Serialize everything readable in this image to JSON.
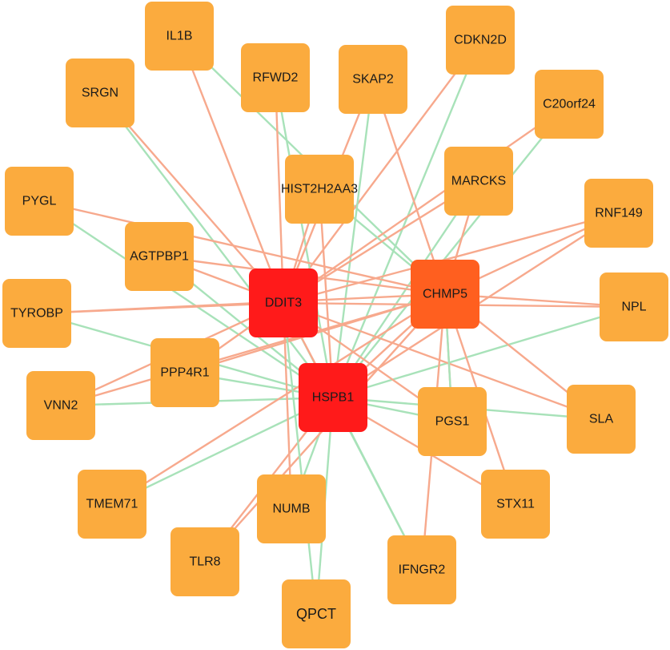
{
  "colors": {
    "hub_red": "#ff1a1a",
    "hub_orange": "#ff5f1f",
    "node_orange": "#fbab3e",
    "edge_salmon": "#f7a98d",
    "edge_green": "#a8e2b9"
  },
  "nodes": [
    {
      "id": "DDIT3",
      "label": "DDIT3",
      "kind": "hub_red"
    },
    {
      "id": "CHMP5",
      "label": "CHMP5",
      "kind": "hub_orange"
    },
    {
      "id": "HSPB1",
      "label": "HSPB1",
      "kind": "hub_red"
    },
    {
      "id": "IL1B",
      "label": "IL1B",
      "kind": "leaf"
    },
    {
      "id": "CDKN2D",
      "label": "CDKN2D",
      "kind": "leaf"
    },
    {
      "id": "SRGN",
      "label": "SRGN",
      "kind": "leaf"
    },
    {
      "id": "RFWD2",
      "label": "RFWD2",
      "kind": "leaf"
    },
    {
      "id": "SKAP2",
      "label": "SKAP2",
      "kind": "leaf"
    },
    {
      "id": "C20orf24",
      "label": "C20orf24",
      "kind": "leaf"
    },
    {
      "id": "HIST2H2AA3",
      "label": "HIST2H2AA3",
      "kind": "leaf"
    },
    {
      "id": "MARCKS",
      "label": "MARCKS",
      "kind": "leaf"
    },
    {
      "id": "PYGL",
      "label": "PYGL",
      "kind": "leaf"
    },
    {
      "id": "RNF149",
      "label": "RNF149",
      "kind": "leaf"
    },
    {
      "id": "AGTPBP1",
      "label": "AGTPBP1",
      "kind": "leaf"
    },
    {
      "id": "TYROBP",
      "label": "TYROBP",
      "kind": "leaf"
    },
    {
      "id": "NPL",
      "label": "NPL",
      "kind": "leaf"
    },
    {
      "id": "PPP4R1",
      "label": "PPP4R1",
      "kind": "leaf"
    },
    {
      "id": "VNN2",
      "label": "VNN2",
      "kind": "leaf"
    },
    {
      "id": "PGS1",
      "label": "PGS1",
      "kind": "leaf"
    },
    {
      "id": "SLA",
      "label": "SLA",
      "kind": "leaf"
    },
    {
      "id": "TMEM71",
      "label": "TMEM71",
      "kind": "leaf"
    },
    {
      "id": "NUMB",
      "label": "NUMB",
      "kind": "leaf"
    },
    {
      "id": "STX11",
      "label": "STX11",
      "kind": "leaf"
    },
    {
      "id": "TLR8",
      "label": "TLR8",
      "kind": "leaf"
    },
    {
      "id": "IFNGR2",
      "label": "IFNGR2",
      "kind": "leaf"
    },
    {
      "id": "QPCT",
      "label": "QPCT",
      "kind": "leaf"
    }
  ],
  "edges": [
    {
      "source": "DDIT3",
      "target": "IL1B",
      "type": "salmon"
    },
    {
      "source": "CHMP5",
      "target": "IL1B",
      "type": "green"
    },
    {
      "source": "DDIT3",
      "target": "CDKN2D",
      "type": "salmon"
    },
    {
      "source": "HSPB1",
      "target": "CDKN2D",
      "type": "green"
    },
    {
      "source": "DDIT3",
      "target": "SRGN",
      "type": "salmon"
    },
    {
      "source": "HSPB1",
      "target": "SRGN",
      "type": "green"
    },
    {
      "source": "DDIT3",
      "target": "RFWD2",
      "type": "salmon"
    },
    {
      "source": "HSPB1",
      "target": "RFWD2",
      "type": "green"
    },
    {
      "source": "DDIT3",
      "target": "SKAP2",
      "type": "salmon"
    },
    {
      "source": "CHMP5",
      "target": "SKAP2",
      "type": "salmon"
    },
    {
      "source": "HSPB1",
      "target": "SKAP2",
      "type": "green"
    },
    {
      "source": "DDIT3",
      "target": "C20orf24",
      "type": "salmon"
    },
    {
      "source": "HSPB1",
      "target": "C20orf24",
      "type": "green"
    },
    {
      "source": "DDIT3",
      "target": "HIST2H2AA3",
      "type": "salmon"
    },
    {
      "source": "HSPB1",
      "target": "HIST2H2AA3",
      "type": "salmon"
    },
    {
      "source": "CHMP5",
      "target": "HIST2H2AA3",
      "type": "green"
    },
    {
      "source": "DDIT3",
      "target": "MARCKS",
      "type": "salmon"
    },
    {
      "source": "HSPB1",
      "target": "MARCKS",
      "type": "green"
    },
    {
      "source": "CHMP5",
      "target": "PYGL",
      "type": "salmon"
    },
    {
      "source": "HSPB1",
      "target": "PYGL",
      "type": "green"
    },
    {
      "source": "DDIT3",
      "target": "RNF149",
      "type": "salmon"
    },
    {
      "source": "HSPB1",
      "target": "RNF149",
      "type": "salmon"
    },
    {
      "source": "DDIT3",
      "target": "AGTPBP1",
      "type": "salmon"
    },
    {
      "source": "HSPB1",
      "target": "AGTPBP1",
      "type": "green"
    },
    {
      "source": "CHMP5",
      "target": "AGTPBP1",
      "type": "salmon"
    },
    {
      "source": "DDIT3",
      "target": "TYROBP",
      "type": "salmon"
    },
    {
      "source": "HSPB1",
      "target": "TYROBP",
      "type": "green"
    },
    {
      "source": "DDIT3",
      "target": "NPL",
      "type": "salmon"
    },
    {
      "source": "CHMP5",
      "target": "NPL",
      "type": "salmon"
    },
    {
      "source": "HSPB1",
      "target": "NPL",
      "type": "green"
    },
    {
      "source": "DDIT3",
      "target": "PPP4R1",
      "type": "salmon"
    },
    {
      "source": "CHMP5",
      "target": "PPP4R1",
      "type": "salmon"
    },
    {
      "source": "HSPB1",
      "target": "PPP4R1",
      "type": "green"
    },
    {
      "source": "CHMP5",
      "target": "VNN2",
      "type": "salmon"
    },
    {
      "source": "HSPB1",
      "target": "VNN2",
      "type": "green"
    },
    {
      "source": "DDIT3",
      "target": "PGS1",
      "type": "salmon"
    },
    {
      "source": "CHMP5",
      "target": "PGS1",
      "type": "salmon"
    },
    {
      "source": "HSPB1",
      "target": "PGS1",
      "type": "green"
    },
    {
      "source": "DDIT3",
      "target": "SLA",
      "type": "salmon"
    },
    {
      "source": "HSPB1",
      "target": "SLA",
      "type": "green"
    },
    {
      "source": "CHMP5",
      "target": "TMEM71",
      "type": "salmon"
    },
    {
      "source": "HSPB1",
      "target": "TMEM71",
      "type": "green"
    },
    {
      "source": "DDIT3",
      "target": "NUMB",
      "type": "salmon"
    },
    {
      "source": "HSPB1",
      "target": "NUMB",
      "type": "green"
    },
    {
      "source": "CHMP5",
      "target": "STX11",
      "type": "salmon"
    },
    {
      "source": "HSPB1",
      "target": "STX11",
      "type": "salmon"
    },
    {
      "source": "CHMP5",
      "target": "TLR8",
      "type": "salmon"
    },
    {
      "source": "HSPB1",
      "target": "TLR8",
      "type": "salmon"
    },
    {
      "source": "DDIT3",
      "target": "IFNGR2",
      "type": "green"
    },
    {
      "source": "CHMP5",
      "target": "IFNGR2",
      "type": "salmon"
    },
    {
      "source": "DDIT3",
      "target": "QPCT",
      "type": "green"
    },
    {
      "source": "HSPB1",
      "target": "QPCT",
      "type": "green"
    },
    {
      "source": "CHMP5",
      "target": "PGS1",
      "type": "green"
    },
    {
      "source": "DDIT3",
      "target": "HSPB1",
      "type": "salmon"
    },
    {
      "source": "CHMP5",
      "target": "HSPB1",
      "type": "salmon"
    },
    {
      "source": "CHMP5",
      "target": "TYROBP",
      "type": "salmon"
    },
    {
      "source": "DDIT3",
      "target": "VNN2",
      "type": "salmon"
    },
    {
      "source": "CHMP5",
      "target": "MARCKS",
      "type": "salmon"
    },
    {
      "source": "CHMP5",
      "target": "RNF149",
      "type": "salmon"
    },
    {
      "source": "CHMP5",
      "target": "SLA",
      "type": "salmon"
    },
    {
      "source": "HSPB1",
      "target": "IFNGR2",
      "type": "green"
    }
  ]
}
